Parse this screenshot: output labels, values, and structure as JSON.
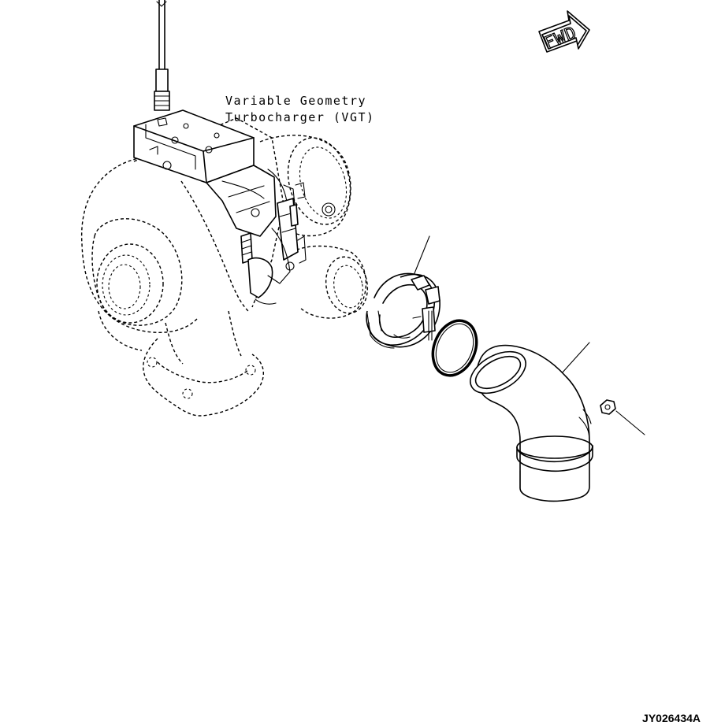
{
  "diagram": {
    "component_label": {
      "line1": "Variable Geometry",
      "line2": "Turbocharger (VGT)"
    },
    "direction_arrow": {
      "text": "FWD"
    },
    "drawing_id": "JY026434A"
  },
  "icons": {
    "direction": "fwd-arrow-icon"
  }
}
